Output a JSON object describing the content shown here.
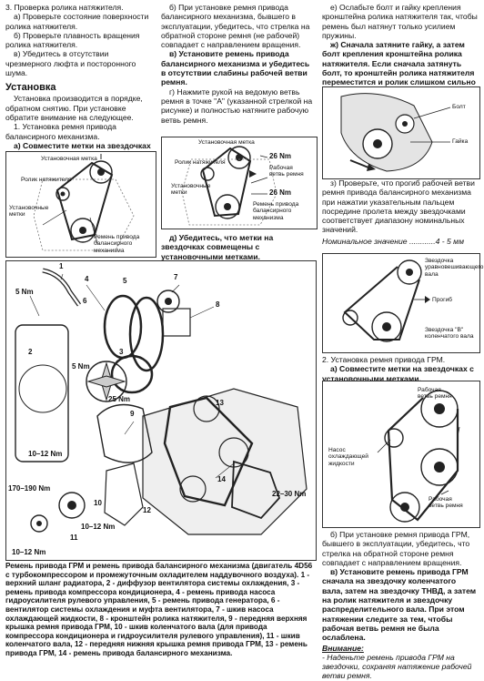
{
  "left_col": {
    "p1": "3. Проверка ролика натяжителя.",
    "p2": "а) Проверьте состояние поверхности ролика натяжителя.",
    "p3": "б) Проверьте плавность вращения ролика натяжителя.",
    "p4": "в) Убедитесь в отсутствии чрезмерного люфта и посторонного шума.",
    "heading": "Установка",
    "p5": "Установка производится в порядке, обратном снятию. При установке обратите внимание на следующее.",
    "p6": "1. Установка ремня привода балансирного механизма.",
    "p7": "а) Совместите метки на звездочках уравновешивающих валов и метку на звездочке \"B\" коленчатого вала с установочными метками."
  },
  "mid_col": {
    "p1": "б) При установке ремня привода балансирного механизма, бывшего в эксплуатации, убедитесь, что стрелка на обратной стороне ремня (не рабочей) совпадает с направлением вращения.",
    "p2": "в) Установите ремень привода балансирного механизма и убедитесь в отсутствии слабины рабочей ветви ремня.",
    "p3": "г) Нажмите рукой на ведомую ветвь ремня в точке \"A\" (указанной стрелкой на рисунке) и полностью натяните рабочую ветвь ремня.",
    "p4": "д) Убедитесь, что метки на звездочках совмещены с установочными метками."
  },
  "right_col": {
    "p1": "е) Ослабьте болт и гайку крепления кронштейна ролика натяжителя так, чтобы ремень был натянут только усилием пружины.",
    "p2": "ж) Сначала затяните гайку, а затем болт крепления кронштейна ролика натяжителя. Если сначала затянуть болт, то кронштейн ролика натяжителя переместится и ролик слишком сильно натянет ремень.",
    "p3": "з) Проверьте, что прогиб рабочей ветви ремня привода балансирного механизма при нажатии указательным пальцем посредине пролета между звездочками соответствует диапазону номинальных значений.",
    "nominal": "Номинальное значение ............4 - 5 мм",
    "p4": "2. Установка ремня привода ГРМ.",
    "p5": "а) Совместите метки на звездочках с установочными метками.",
    "p6": "б) При установке ремня привода ГРМ, бывшего в эксплуатации, убедитесь, что стрелка на обратной стороне ремня совпадает с направлением вращения.",
    "p7": "в) Установите ремень привода ГРМ сначала на звездочку коленчатого вала, затем на звездочку ТНВД, а затем на ролик натяжителя и звездочку распределительного вала. При этом натяжении следите за тем, чтобы рабочая ветвь ремня не была ослаблена.",
    "note_title": "Внимание:",
    "note_text": "- Наденьте ремень привода ГРМ на звездочки, сохраняя натяжение рабочей ветви ремня."
  },
  "fig1": {
    "l1": "Установочная метка",
    "l2": "Ролик натяжителя",
    "l3": "Установочные метки",
    "l4": "Ремень привода балансирного механизма"
  },
  "fig2": {
    "l1": "Установочная метка",
    "l2": "Ролик натяжителя",
    "l3": "Установочные метки",
    "l4": "26 Nm",
    "l5": "Рабочая ветвь ремня",
    "l6": "26 Nm",
    "l7": "Ремень привода балансирного механизма"
  },
  "fig3": {
    "l1": "Болт",
    "l2": "Гайка"
  },
  "fig4": {
    "l1": "Звездочка уравновешивающего вала",
    "l2": "Прогиб",
    "l3": "Звездочка \"B\" коленчатого вала"
  },
  "fig5": {
    "l1": "Рабочая ветвь ремня",
    "l2": "Насос охлаждающей жидкости",
    "l3": "Рабочая ветвь ремня"
  },
  "exploded": {
    "n1": "1",
    "n2": "2",
    "n3": "3",
    "n4": "4",
    "n5": "5",
    "n6": "6",
    "n7": "7",
    "n8": "8",
    "n9": "9",
    "n10": "10",
    "n11": "11",
    "n12": "12",
    "n13": "13",
    "n14": "14",
    "t1": "5 Nm",
    "t2": "5 Nm",
    "t3": "25 Nm",
    "t4": "10–12 Nm",
    "t5": "22–30 Nm",
    "t6": "170–190 Nm",
    "t7": "10–12 Nm",
    "t8": "10–12 Nm"
  },
  "caption": "Ремень привода ГРМ и ремень привода балансирного механизма (двигатель 4D56 с турбокомпрессором и промежуточным охладителем наддувочного воздуха). 1 - верхний шланг радиатора, 2 - диффузор вентилятора системы охлаждения, 3 - ремень привода компрессора кондиционера, 4 - ремень привода насоса гидроусилителя рулевого управления, 5 - ремень привода генератора, 6 - вентилятор системы охлаждения и муфта вентилятора, 7 - шкив насоса охлаждающей жидкости, 8 - кронштейн ролика натяжителя, 9 - передняя верхняя крышка ремня привода ГРМ, 10 - шкив коленчатого вала (для привода компрессора кондиционера и гидроусилителя рулевого управления), 11 - шкив коленчатого вала, 12 - передняя нижняя крышка ремня привода ГРМ, 13 - ремень привода ГРМ, 14 - ремень привода балансирного механизма."
}
